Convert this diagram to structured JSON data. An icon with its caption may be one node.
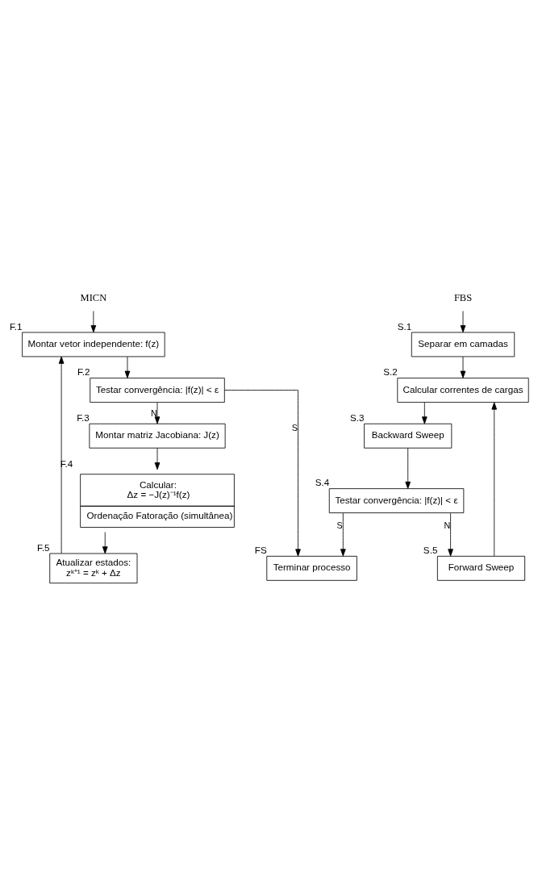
{
  "diagram": {
    "nodes": [
      {
        "text": [
          "MICN"
        ]
      },
      {
        "text": [
          "FBS"
        ]
      },
      {
        "text": [
          "Montar vetor independente: f(z)"
        ],
        "beside": [
          "F.1"
        ]
      },
      {
        "text": [
          "Testar convergência: |f(z)| < ε"
        ],
        "beside": [
          "F.2"
        ]
      },
      {
        "text": [
          "Montar matriz Jacobiana: J(z)"
        ],
        "beside": [
          "F.3"
        ]
      },
      {
        "text": [
          "Calcular:",
          "Δz = −J(z)⁻¹f(z)",
          "Ordenação Fatoração (simultânea)"
        ],
        "beside": [
          "F.4"
        ]
      },
      {
        "text": [
          "Atualizar estados:",
          "zᵏ⁺¹ = zᵏ + Δz"
        ],
        "beside": [
          "F.5"
        ]
      },
      {
        "text": [
          "Separar em camadas"
        ],
        "beside": [
          "S.1"
        ]
      },
      {
        "text": [
          "Calcular correntes de cargas"
        ],
        "beside": [
          "S.2"
        ]
      },
      {
        "text": [
          "Backward Sweep"
        ],
        "beside": [
          "S.3"
        ]
      },
      {
        "text": [
          "Testar convergência: |f(z)| < ε"
        ],
        "beside": [
          "S.4"
        ]
      },
      {
        "text": [
          "Forward Sweep"
        ],
        "beside": [
          "S.5"
        ]
      },
      {
        "text": [
          "Terminar processo"
        ],
        "beside": [
          "FS"
        ]
      }
    ],
    "edges": [
      {
        "from": 0,
        "to": 2,
        "arrow": "to"
      },
      {
        "from": 2,
        "to": 3,
        "arrow": "to"
      },
      {
        "from": 3,
        "to": 4,
        "arrow": "to",
        "label": "N"
      },
      {
        "from": 4,
        "to": 5,
        "arrow": "to"
      },
      {
        "from": 5,
        "to": 6,
        "arrow": "to"
      },
      {
        "from": 6,
        "to": 2,
        "arrow": "to"
      },
      {
        "from": 3,
        "to": 12,
        "arrow": "to",
        "label": "S"
      },
      {
        "from": 1,
        "to": 7,
        "arrow": "to"
      },
      {
        "from": 7,
        "to": 8,
        "arrow": "to"
      },
      {
        "from": 8,
        "to": 9,
        "arrow": "to"
      },
      {
        "from": 9,
        "to": 10,
        "arrow": "to"
      },
      {
        "from": 10,
        "to": 12,
        "arrow": "to",
        "label": "S"
      },
      {
        "from": 10,
        "to": 11,
        "arrow": "to",
        "label": "N"
      },
      {
        "from": 11,
        "to": 8,
        "arrow": "to"
      }
    ]
  }
}
